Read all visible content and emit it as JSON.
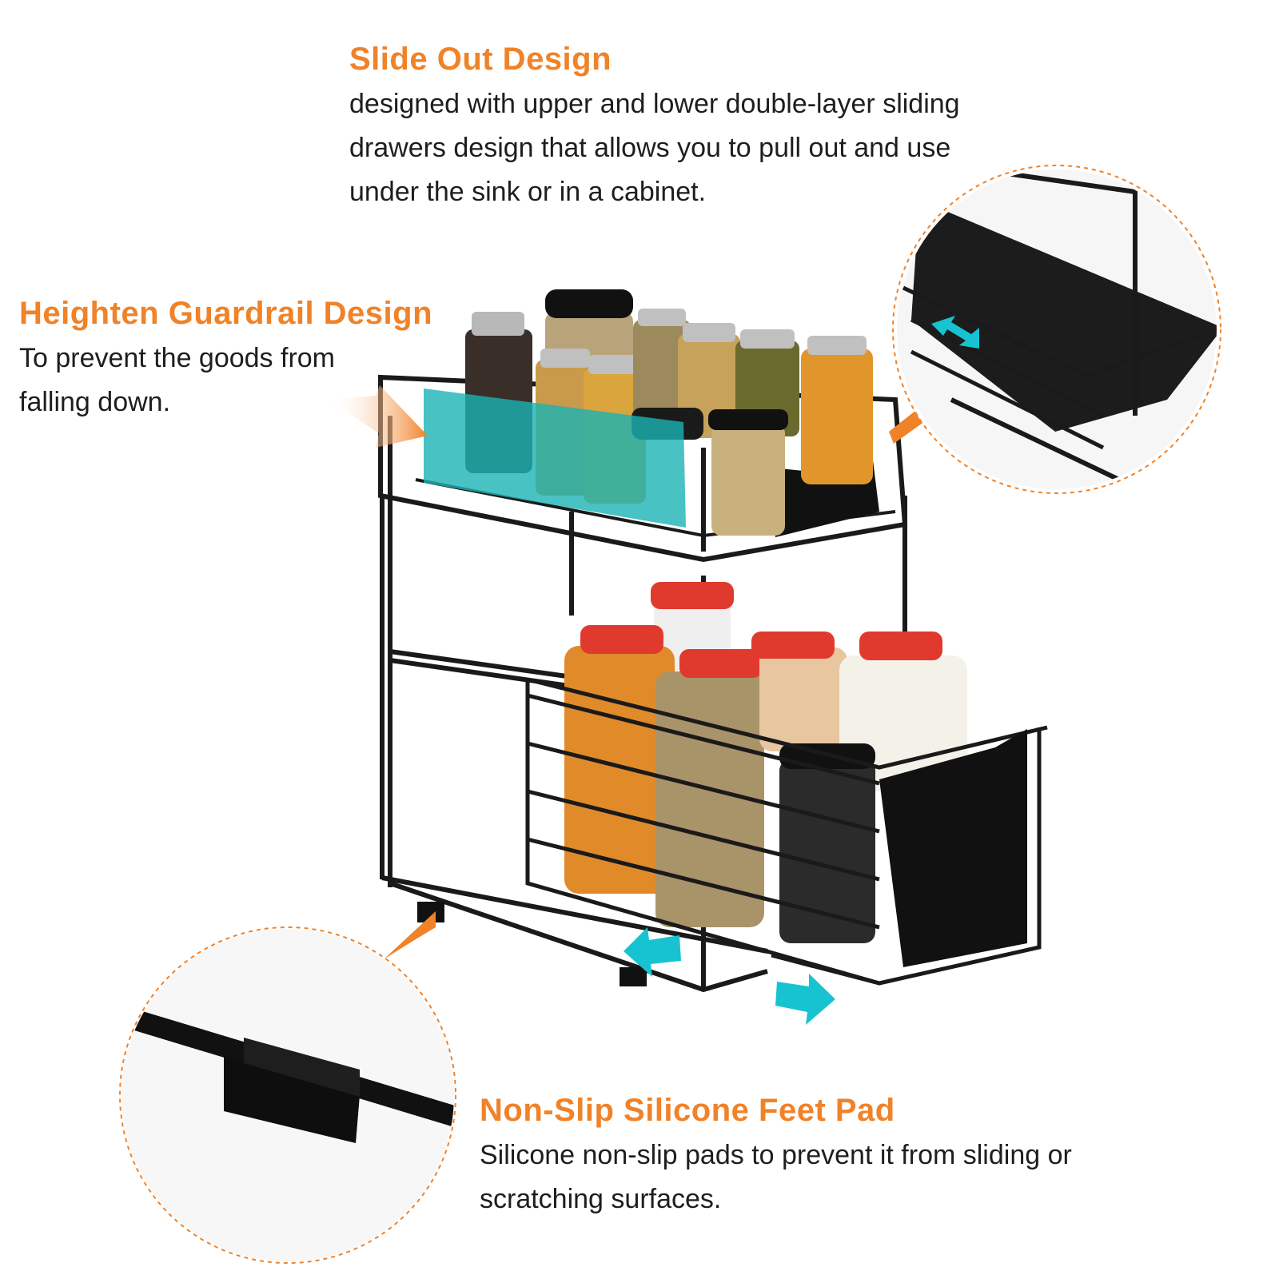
{
  "features": {
    "slide_out": {
      "title": "Slide Out Design",
      "description": "designed with upper and lower double-layer sliding drawers design that allows you to pull out and use under the sink or in a cabinet."
    },
    "guardrail": {
      "title": "Heighten Guardrail Design",
      "description": "To prevent the goods from falling down."
    },
    "feet_pad": {
      "title": "Non-Slip Silicone Feet Pad",
      "description": "Silicone non-slip pads to prevent it from sliding or scratching surfaces."
    }
  },
  "colors": {
    "accent": "#f08228",
    "text": "#1e1e1e",
    "frame": "#1a1a1a",
    "highlight": "#1ab3b3",
    "cap_red": "#e03a2e"
  },
  "icons": [
    "zoom-circle-drawer-detail",
    "zoom-circle-feet-detail",
    "slide-arrow-icon",
    "pointer-arrow-icon"
  ]
}
